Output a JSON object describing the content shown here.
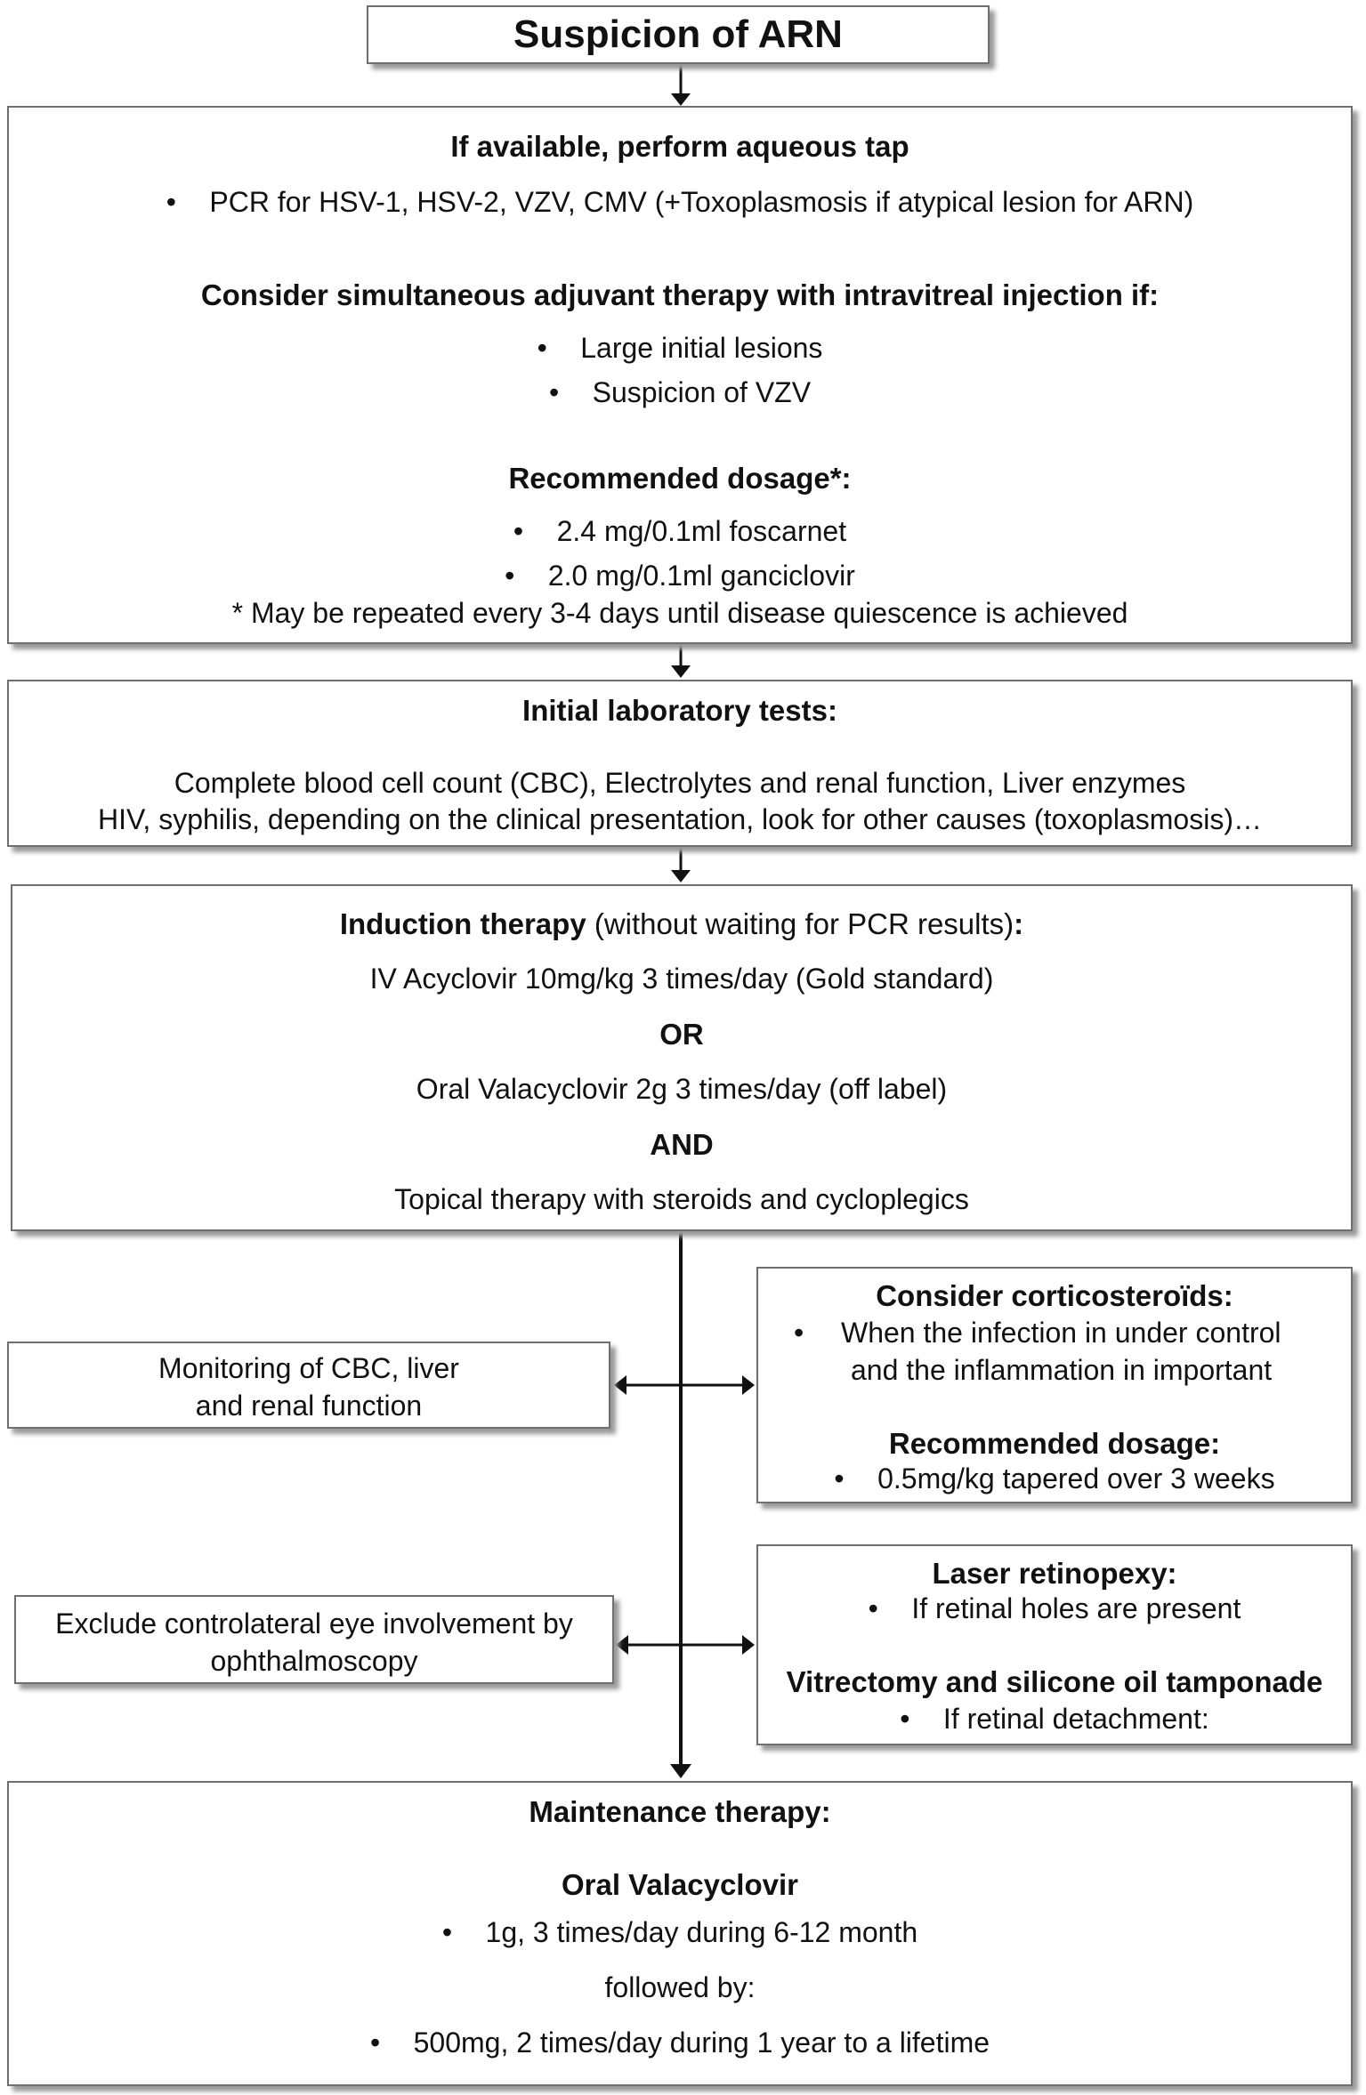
{
  "top": {
    "title": "Suspicion of ARN"
  },
  "tap": {
    "heading": "If available, perform aqueous tap",
    "pcr_line": "PCR for HSV-1, HSV-2, VZV, CMV (+Toxoplasmosis if atypical lesion for ARN)",
    "adjuvant_heading": "Consider simultaneous adjuvant therapy with intravitreal injection if:",
    "adjuvant_items": [
      "Large initial lesions",
      "Suspicion of  VZV"
    ],
    "dosage_heading": "Recommended dosage*:",
    "dosage_items": [
      "2.4 mg/0.1ml foscarnet",
      "2.0 mg/0.1ml ganciclovir"
    ],
    "footnote": "* May be repeated every 3-4 days until disease quiescence is achieved"
  },
  "labs": {
    "heading": "Initial laboratory tests:",
    "line1": "Complete blood cell count (CBC), Electrolytes and renal function, Liver enzymes",
    "line2": "HIV, syphilis, depending on the clinical presentation, look for other causes (toxoplasmosis)…"
  },
  "induction": {
    "heading_bold": "Induction therapy",
    "heading_rest": " (without waiting for PCR results)",
    "heading_colon": ":",
    "option1": "IV Acyclovir 10mg/kg 3 times/day (Gold standard)",
    "or": "OR",
    "option2": "Oral Valacyclovir 2g 3 times/day (off label)",
    "and": "AND",
    "topical": "Topical therapy with steroids and cycloplegics"
  },
  "monitoring": {
    "line1": "Monitoring of CBC, liver",
    "line2": "and renal function"
  },
  "cortico": {
    "heading": "Consider corticosteroïds:",
    "item_line1": "When the infection in under control",
    "item_line2": "and the inflammation in important",
    "dosage_heading": "Recommended dosage:",
    "dosage_item": "0.5mg/kg tapered over 3 weeks"
  },
  "exclude": {
    "line1": "Exclude controlateral eye involvement by",
    "line2": "ophthalmoscopy"
  },
  "laser": {
    "heading": "Laser retinopexy:",
    "item": "If retinal holes are present",
    "vitrectomy_heading": "Vitrectomy and silicone oil tamponade",
    "vitrectomy_item": "If retinal detachment:"
  },
  "maintenance": {
    "heading": "Maintenance therapy:",
    "drug": "Oral Valacyclovir",
    "item1": "1g,  3 times/day during 6-12 month",
    "followed": "followed by:",
    "item2": "500mg, 2 times/day during 1 year to a lifetime"
  },
  "bullet": "•"
}
